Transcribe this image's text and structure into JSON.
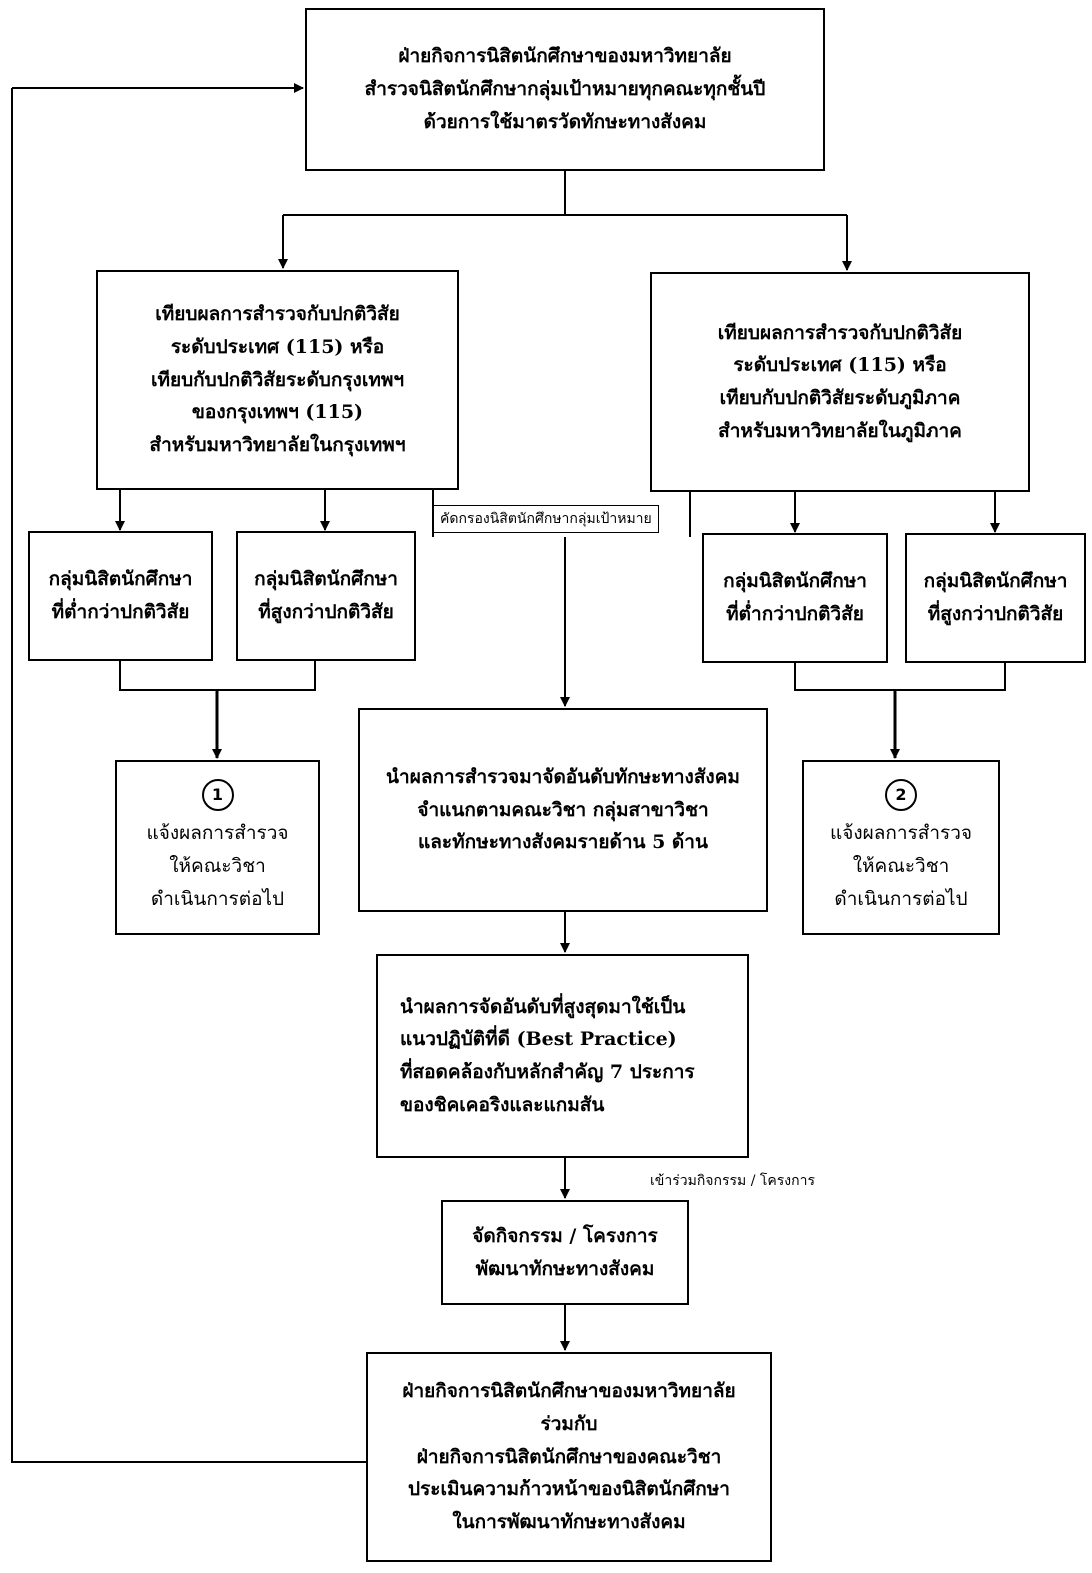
{
  "top_box": {
    "lines": [
      "ฝ่ายกิจการนิสิตนักศึกษาของมหาวิทยาลัย",
      "สำรวจนิสิตนักศึกษากลุ่มเป้าหมายทุกคณะทุกชั้นปี",
      "ด้วยการใช้มาตรวัดทักษะทางสังคม"
    ]
  },
  "left_compare": {
    "lines": [
      "เทียบผลการสำรวจกับปกติวิสัย",
      "ระดับประเทศ (115) หรือ",
      "เทียบกับปกติวิสัยระดับกรุงเทพฯ",
      "ของกรุงเทพฯ (115)",
      "สำหรับมหาวิทยาลัยในกรุงเทพฯ"
    ]
  },
  "right_compare": {
    "lines": [
      "เทียบผลการสำรวจกับปกติวิสัย",
      "ระดับประเทศ (115) หรือ",
      "เทียบกับปกติวิสัยระดับภูมิภาค",
      "สำหรับมหาวิทยาลัยในภูมิภาค"
    ]
  },
  "screen_label": "คัดกรองนิสิตนักศึกษากลุ่มเป้าหมาย",
  "group_low_left": {
    "lines": [
      "กลุ่มนิสิตนักศึกษา",
      "ที่ต่ำกว่าปกติวิสัย"
    ]
  },
  "group_high_left": {
    "lines": [
      "กลุ่มนิสิตนักศึกษา",
      "ที่สูงกว่าปกติวิสัย"
    ]
  },
  "group_low_right": {
    "lines": [
      "กลุ่มนิสิตนักศึกษา",
      "ที่ต่ำกว่าปกติวิสัย"
    ]
  },
  "group_high_right": {
    "lines": [
      "กลุ่มนิสิตนักศึกษา",
      "ที่สูงกว่าปกติวิสัย"
    ]
  },
  "notify_left": {
    "number": "1",
    "lines": [
      "แจ้งผลการสำรวจ",
      "ให้คณะวิชา",
      "ดำเนินการต่อไป"
    ]
  },
  "notify_right": {
    "number": "2",
    "lines": [
      "แจ้งผลการสำรวจ",
      "ให้คณะวิชา",
      "ดำเนินการต่อไป"
    ]
  },
  "ranking_box": {
    "lines": [
      "นำผลการสำรวจมาจัดอันดับทักษะทางสังคม",
      "จำแนกตามคณะวิชา กลุ่มสาขาวิชา",
      "และทักษะทางสังคมรายด้าน 5 ด้าน"
    ]
  },
  "best_practice_box": {
    "lines": [
      "นำผลการจัดอันดับที่สูงสุดมาใช้เป็น",
      "แนวปฏิบัติที่ดี (Best Practice)",
      "ที่สอดคล้องกับหลักสำคัญ 7 ประการ",
      "ของชิคเคอริงและแกมสัน"
    ]
  },
  "join_label": "เข้าร่วมกิจกรรม / โครงการ",
  "activity_box": {
    "lines": [
      "จัดกิจกรรม / โครงการ",
      "พัฒนาทักษะทางสังคม"
    ]
  },
  "evaluate_box": {
    "lines": [
      "ฝ่ายกิจการนิสิตนักศึกษาของมหาวิทยาลัย",
      "ร่วมกับ",
      "ฝ่ายกิจการนิสิตนักศึกษาของคณะวิชา",
      "ประเมินความก้าวหน้าของนิสิตนักศึกษา",
      "ในการพัฒนาทักษะทางสังคม"
    ]
  }
}
